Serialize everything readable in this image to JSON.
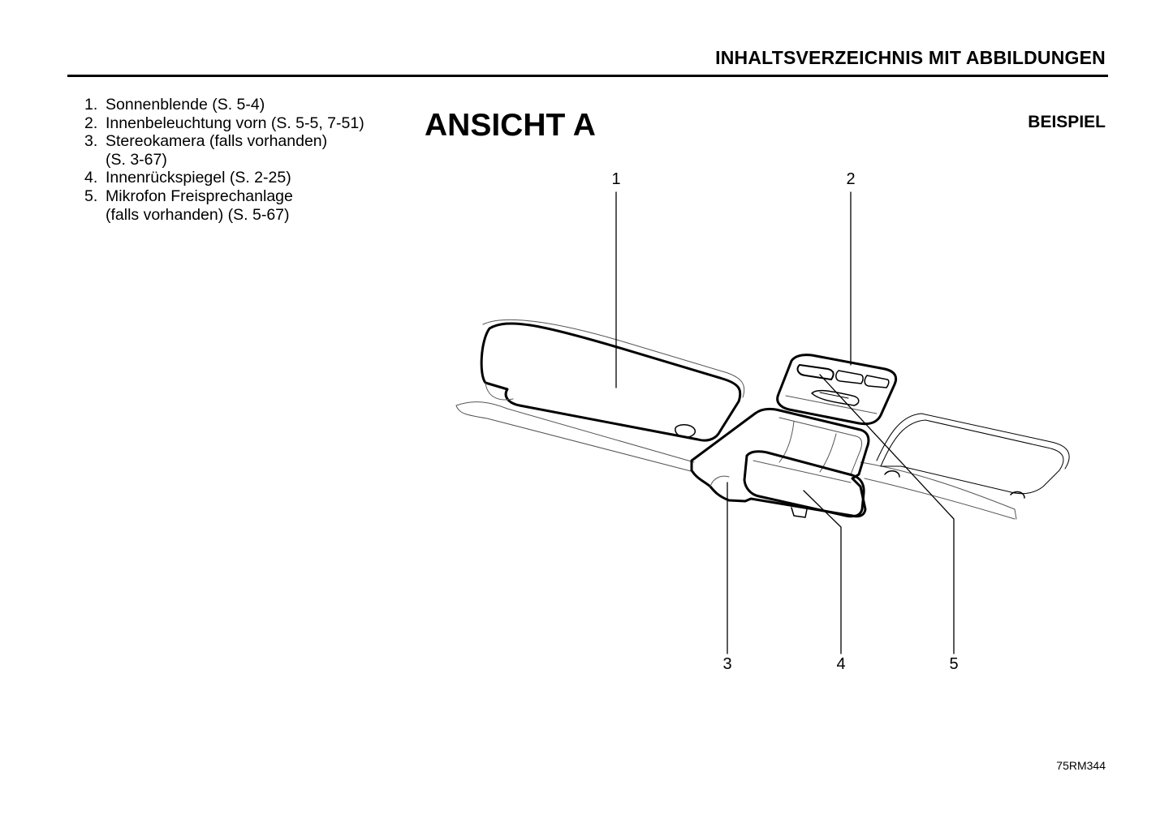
{
  "header": {
    "title": "INHALTSVERZEICHNIS MIT ABBILDUNGEN"
  },
  "legend": {
    "items": [
      {
        "num": "1.",
        "text": "Sonnenblende (S. 5-4)"
      },
      {
        "num": "2.",
        "text": "Innenbeleuchtung vorn (S. 5-5, 7-51)"
      },
      {
        "num": "3.",
        "text": "Stereokamera (falls vorhanden)\n(S. 3-67)"
      },
      {
        "num": "4.",
        "text": "Innenrückspiegel (S. 2-25)"
      },
      {
        "num": "5.",
        "text": "Mikrofon Freisprechanlage\n(falls vorhanden) (S. 5-67)"
      }
    ]
  },
  "view": {
    "title": "ANSICHT A",
    "example_label": "BEISPIEL"
  },
  "callouts": [
    "1",
    "2",
    "3",
    "4",
    "5"
  ],
  "figure_code": "75RM344"
}
